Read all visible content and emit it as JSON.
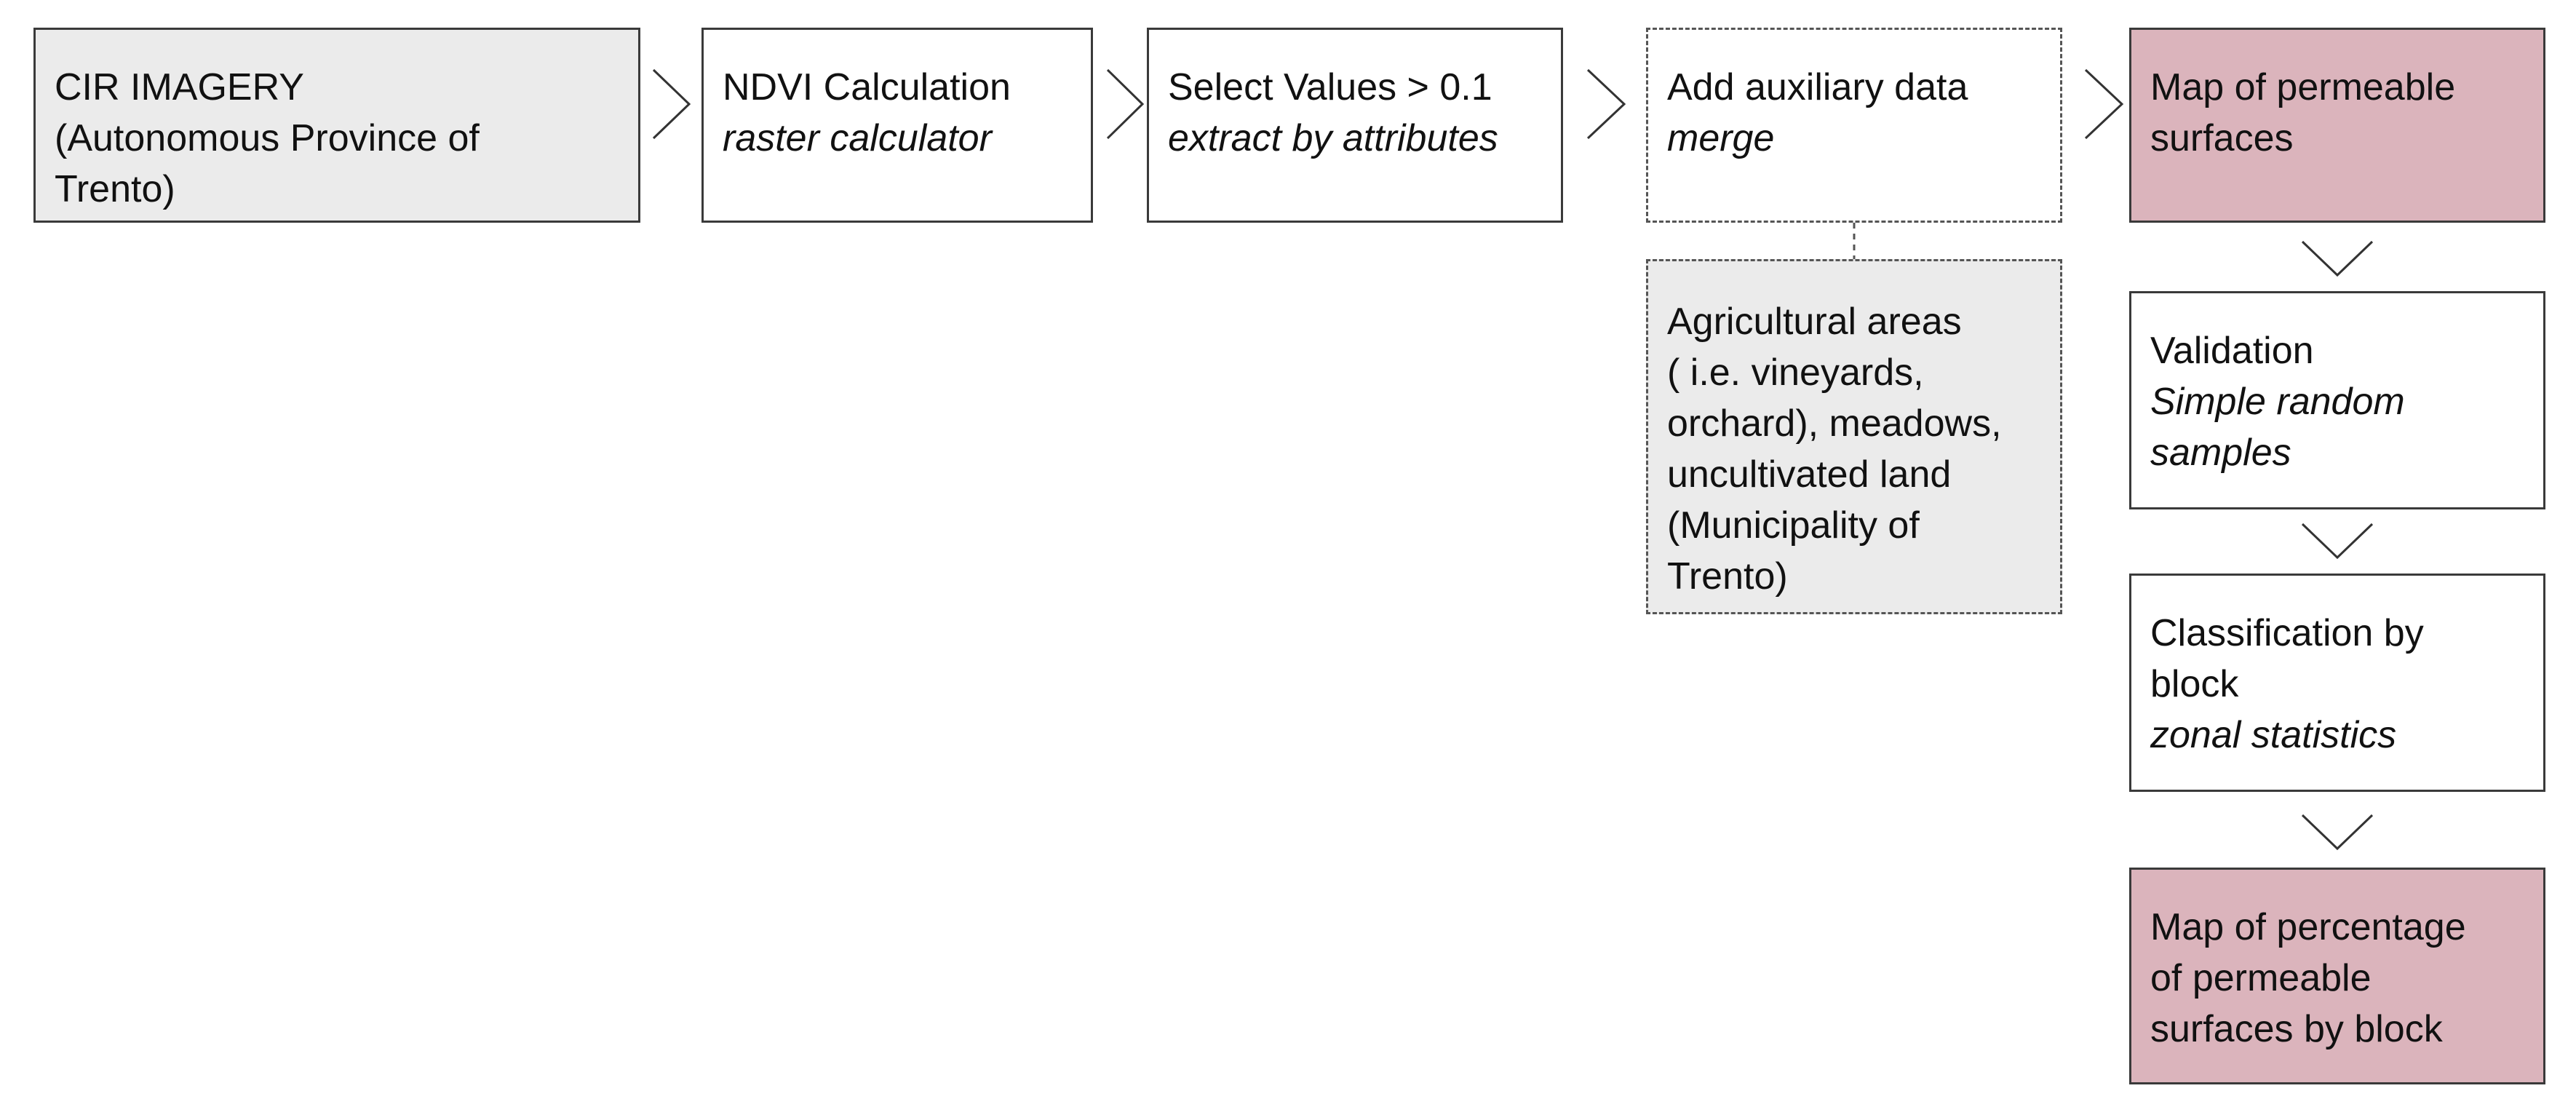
{
  "nodes": {
    "cir_imagery": {
      "lines": [
        "CIR IMAGERY",
        "(Autonomous Province of",
        "Trento)"
      ]
    },
    "ndvi": {
      "title": "NDVI Calculation",
      "tool": "raster calculator"
    },
    "select_values": {
      "title": "Select Values > 0.1",
      "tool": "extract by attributes"
    },
    "auxiliary": {
      "title": "Add auxiliary data",
      "tool": "merge"
    },
    "agricultural": {
      "lines": [
        "Agricultural areas",
        "( i.e. vineyards,",
        "orchard), meadows,",
        "uncultivated land",
        "(Municipality of",
        "Trento)"
      ]
    },
    "permeable_map": {
      "lines": [
        "Map of permeable",
        "surfaces"
      ]
    },
    "validation": {
      "title": "Validation",
      "tool_lines": [
        "Simple random",
        "samples"
      ]
    },
    "classification": {
      "title_lines": [
        "Classification by",
        "block"
      ],
      "tool": "zonal statistics"
    },
    "percentage_map": {
      "lines": [
        "Map of percentage",
        "of permeable",
        "surfaces by block"
      ]
    }
  },
  "colors": {
    "input_fill": "#ebebeb",
    "output_fill": "#dbb4bc",
    "process_fill": "#ffffff",
    "border": "#3a3a3a"
  }
}
